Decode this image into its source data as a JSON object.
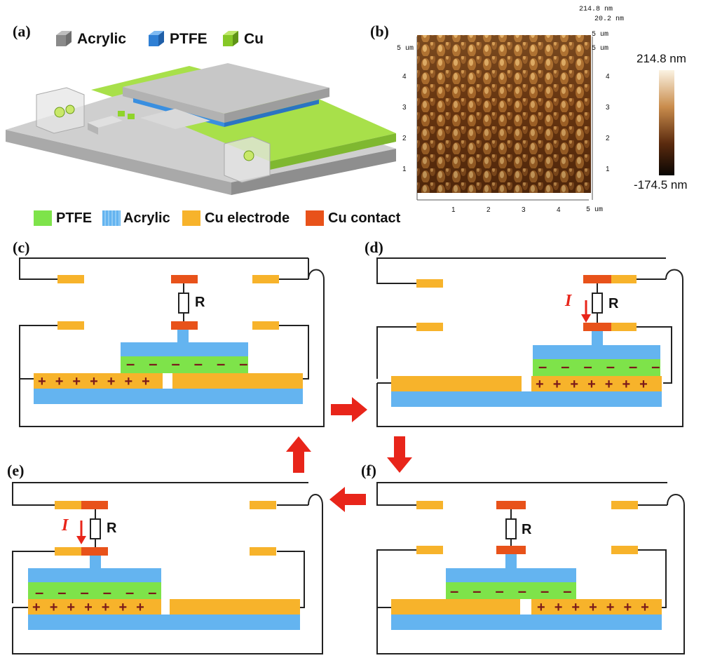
{
  "panel_labels": {
    "a": "(a)",
    "b": "(b)",
    "c": "(c)",
    "d": "(d)",
    "e": "(e)",
    "f": "(f)"
  },
  "legend_3d": [
    {
      "label": "Acrylic",
      "color": "#9a9a9a"
    },
    {
      "label": "PTFE",
      "color": "#3a8fe0"
    },
    {
      "label": "Cu",
      "color": "#8fd42a"
    }
  ],
  "legend_2d": [
    {
      "label": "PTFE",
      "color": "#7ee34a"
    },
    {
      "label": "Acrylic",
      "color": "#64b4f0"
    },
    {
      "label": "Cu electrode",
      "color": "#f7b32b"
    },
    {
      "label": "Cu contact",
      "color": "#e8521a"
    }
  ],
  "afm": {
    "top_value": "214.8 nm",
    "top_value2": "20.2 nm",
    "axis_unit": "5 um",
    "ticks": [
      "1",
      "2",
      "3",
      "4"
    ],
    "colorbar_max": "214.8 nm",
    "colorbar_min": "-174.5 nm"
  },
  "circuit": {
    "resistor_label": "R",
    "current_label": "I",
    "minus": "–",
    "plus": "+"
  },
  "colors": {
    "acrylic": "#64b4f0",
    "ptfe": "#7ee34a",
    "cu_electrode": "#f7b32b",
    "cu_contact": "#e8521a",
    "arrow": "#e8251a",
    "charge": "#7a1a1a"
  }
}
